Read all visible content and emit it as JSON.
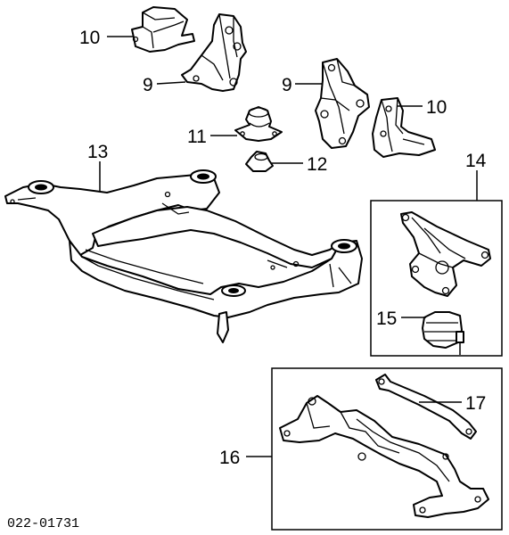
{
  "callouts": {
    "c10a": "10",
    "c9a": "9",
    "c9b": "9",
    "c10b": "10",
    "c11": "11",
    "c12": "12",
    "c13": "13",
    "c14": "14",
    "c15": "15",
    "c16": "16",
    "c17": "17"
  },
  "diagram_code": "022-01731"
}
